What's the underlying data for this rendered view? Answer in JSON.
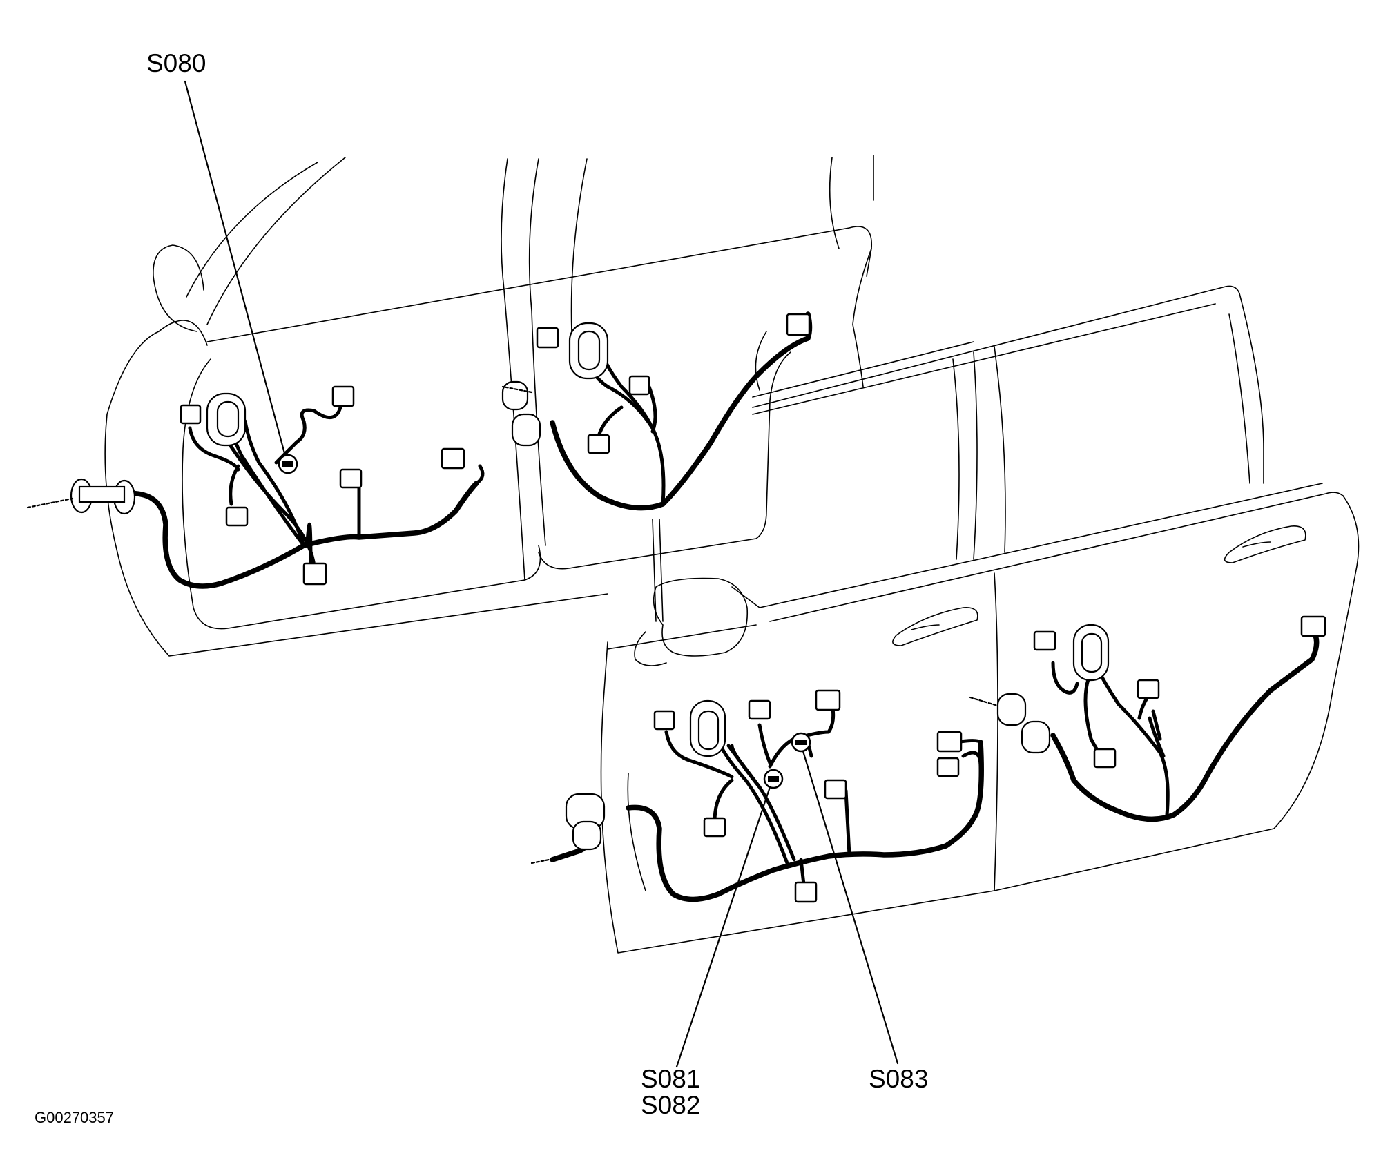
{
  "labels": {
    "s080": "S080",
    "s081": "S081",
    "s082": "S082",
    "s083": "S083"
  },
  "figure_id": "G00270357"
}
